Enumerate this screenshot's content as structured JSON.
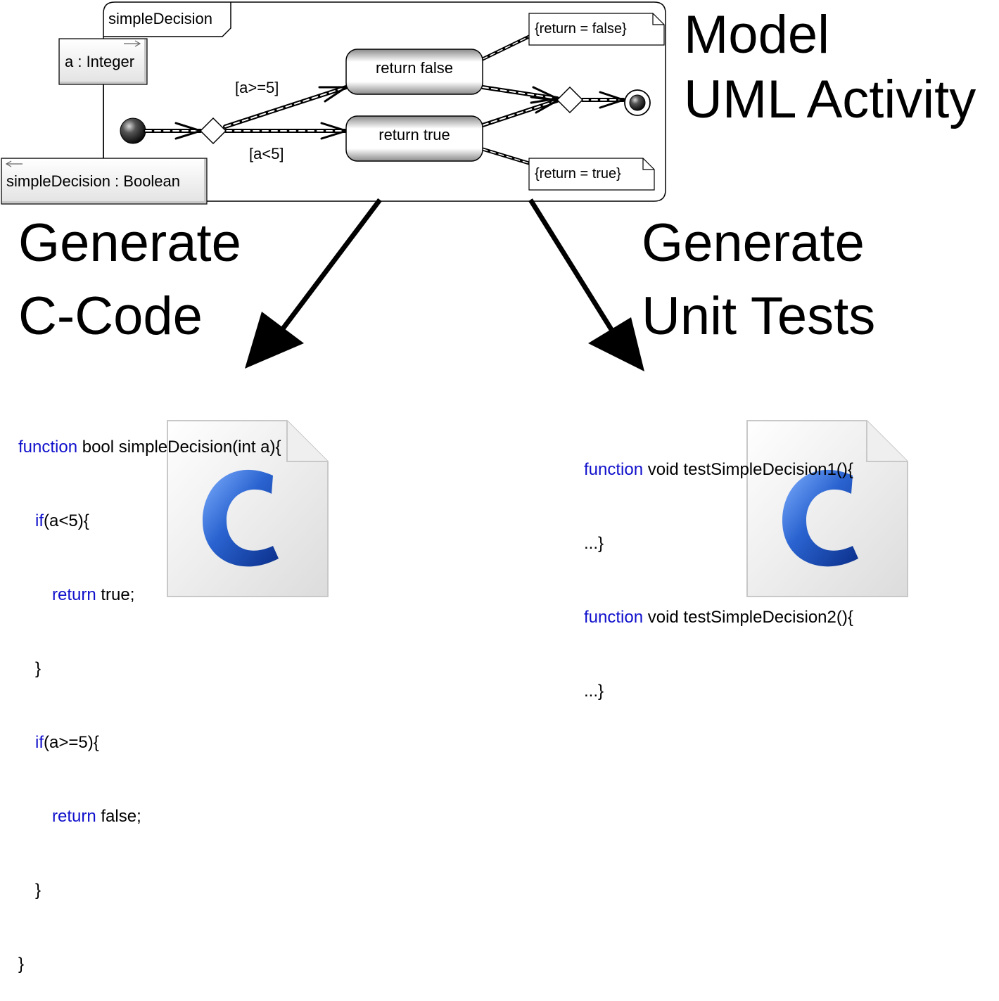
{
  "activity": {
    "frame_name": "simpleDecision",
    "input_param": "a : Integer",
    "output_param": "simpleDecision : Boolean",
    "guard_high": "[a>=5]",
    "guard_low": "[a<5]",
    "action_false": "return false",
    "action_true": "return true",
    "note_false": "{return = false}",
    "note_true": "{return = true}"
  },
  "headings": {
    "model_line1": "Model",
    "model_line2": "UML Activity",
    "gen_c_line1": "Generate",
    "gen_c_line2": "C-Code",
    "gen_tests_line1": "Generate",
    "gen_tests_line2": "Unit Tests"
  },
  "c_code": [
    {
      "kw": "function",
      "rest": " bool simpleDecision(int a){"
    },
    {
      "kw": "if",
      "rest": "(a<5){"
    },
    {
      "kw": "return",
      "rest": " true;"
    },
    {
      "kw": "",
      "rest": "}"
    },
    {
      "kw": "if",
      "rest": "(a>=5){"
    },
    {
      "kw": "return",
      "rest": " false;"
    },
    {
      "kw": "",
      "rest": "}"
    },
    {
      "kw": "",
      "rest": "}"
    }
  ],
  "test_code": [
    {
      "kw": "function",
      "rest": " void testSimpleDecision1(){"
    },
    {
      "kw": "",
      "rest": "...}"
    },
    {
      "kw": "function",
      "rest": " void testSimpleDecision2(){"
    },
    {
      "kw": "",
      "rest": "...}"
    }
  ],
  "icons": {
    "c_file_icon": "c-source-file-icon",
    "test_file_icon": "c-source-file-icon"
  },
  "colors": {
    "keyword": "#1010cc",
    "c_letter": "#1f4fb8",
    "text": "#000000"
  }
}
